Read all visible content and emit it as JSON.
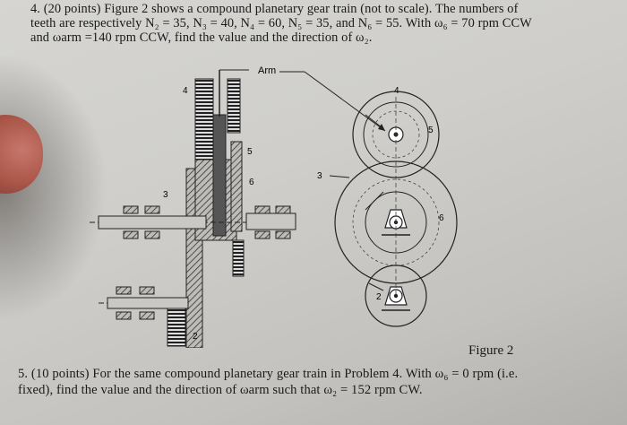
{
  "problem4": {
    "line1": "4. (20 points) Figure 2 shows a compound planetary gear train (not to scale). The numbers of",
    "line2": "teeth are respectively N₂ = 35, N₃ = 40, N₄ = 60, N₅ = 35, and N₆ = 55. With ω₆ = 70 rpm CCW",
    "line3": "and ωarm =140 rpm CCW, find the value and the direction of ω₂."
  },
  "figure": {
    "caption": "Figure 2",
    "labels": {
      "arm": "Arm",
      "gear4_side": "4",
      "gear3_side": "3",
      "gear5_side": "5",
      "gear6_side": "6",
      "gear2_side": "2",
      "gear4_front": "4",
      "gear5_front": "5",
      "gear3_front": "3",
      "gear6_front": "6",
      "gear2_front": "2"
    }
  },
  "problem5": {
    "line1": "5. (10 points) For the same compound planetary gear train in Problem 4. With ω₆ = 0 rpm (i.e.",
    "line2": "fixed), find the value and the direction of ωarm such that ω₂ = 152 rpm CW."
  }
}
